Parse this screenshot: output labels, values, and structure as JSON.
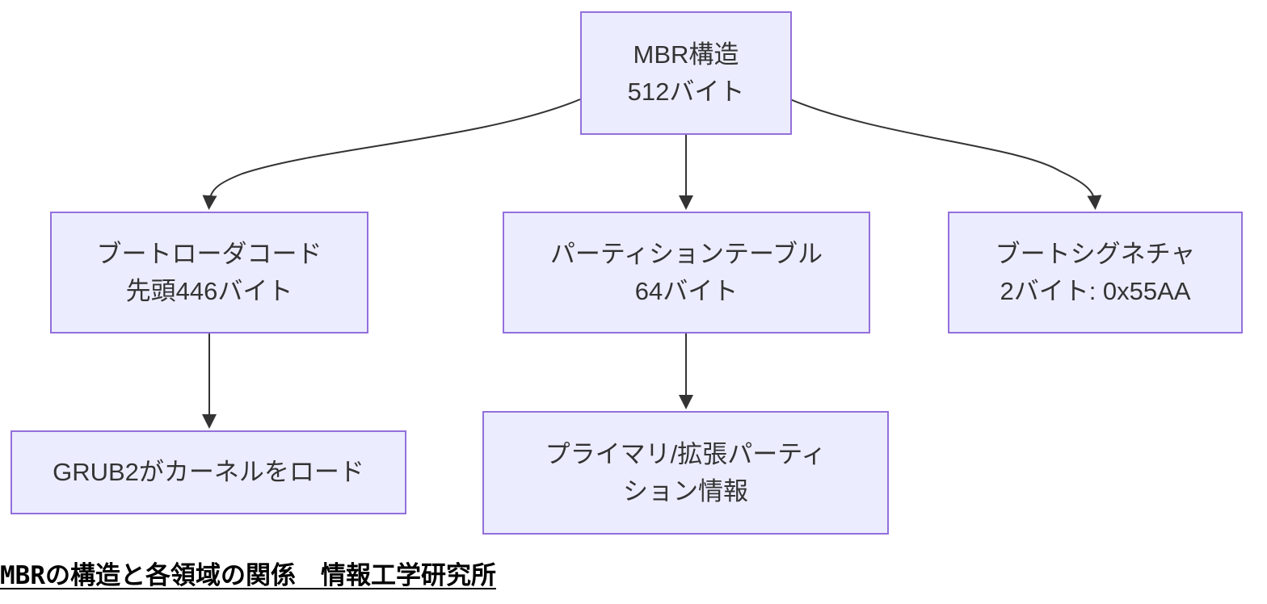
{
  "diagram": {
    "type": "flowchart-top-down",
    "caption": "MBRの構造と各領域の関係　情報工学研究所",
    "nodes": {
      "mbr": {
        "line1": "MBR構造",
        "line2": "512バイト"
      },
      "bootloader": {
        "line1": "ブートローダコード",
        "line2": "先頭446バイト"
      },
      "partition_table": {
        "line1": "パーティションテーブル",
        "line2": "64バイト"
      },
      "boot_signature": {
        "line1": "ブートシグネチャ",
        "line2": "2バイト: 0x55AA"
      },
      "grub": {
        "line1": "GRUB2がカーネルをロード"
      },
      "partition_info": {
        "line1": "プライマリ/拡張パーティ",
        "line2": "ション情報"
      }
    },
    "edges": [
      {
        "from": "mbr",
        "to": "bootloader"
      },
      {
        "from": "mbr",
        "to": "partition_table"
      },
      {
        "from": "mbr",
        "to": "boot_signature"
      },
      {
        "from": "bootloader",
        "to": "grub"
      },
      {
        "from": "partition_table",
        "to": "partition_info"
      }
    ],
    "colors": {
      "node_fill": "#ECECFF",
      "node_border": "#9370DB",
      "edge_line": "#333333",
      "node_text": "#333333",
      "caption_text": "#000000",
      "background": "#FFFFFF"
    }
  }
}
